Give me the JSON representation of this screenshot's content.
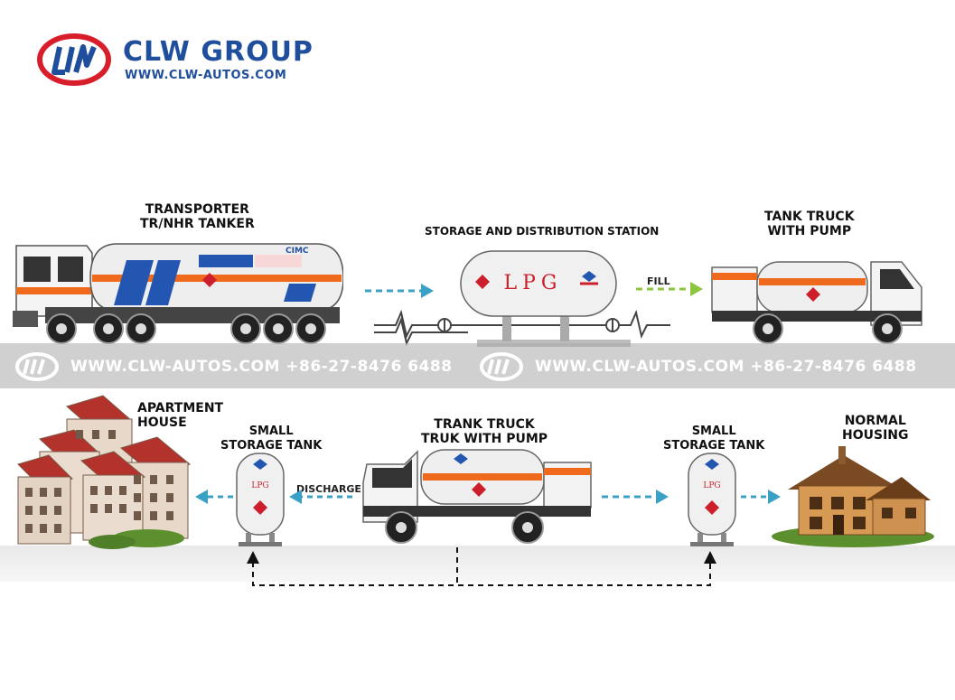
{
  "logo": {
    "title": "CLW GROUP",
    "url": "WWW.CLW-AUTOS.COM"
  },
  "watermark": {
    "text_1": "WWW.CLW-AUTOS.COM +86-27-8476 6488",
    "text_2": "WWW.CLW-AUTOS.COM +86-27-8476 6488"
  },
  "nodes": {
    "transporter_line1": "TRANSPORTER",
    "transporter_line2": "TR/NHR TANKER",
    "station": "STORAGE AND DISTRIBUTION STATION",
    "tank_truck_line1": "TANK TRUCK",
    "tank_truck_line2": "WITH PUMP",
    "apartment_line1": "APARTMENT",
    "apartment_line2": "HOUSE",
    "small_tank_left_line1": "SMALL",
    "small_tank_left_line2": "STORAGE TANK",
    "trank_truck_line1": "TRANK TRUCK",
    "trank_truck_line2": "TRUK WITH PUMP",
    "small_tank_right_line1": "SMALL",
    "small_tank_right_line2": "STORAGE TANK",
    "normal_line1": "NORMAL",
    "normal_line2": "HOUSING"
  },
  "edges": {
    "fill": "FILL",
    "discharge": "DISCHARGE"
  },
  "tank_text": {
    "lpg": "LPG",
    "cimc": "CIMC"
  },
  "colors": {
    "brand_blue": "#1f4e9c",
    "brand_red": "#d81e2a",
    "stripe_orange": "#f06a1e",
    "arrow_teal": "#3aa0c4",
    "arrow_green": "#8cc63f",
    "diamond_red": "#cc1f2b"
  }
}
